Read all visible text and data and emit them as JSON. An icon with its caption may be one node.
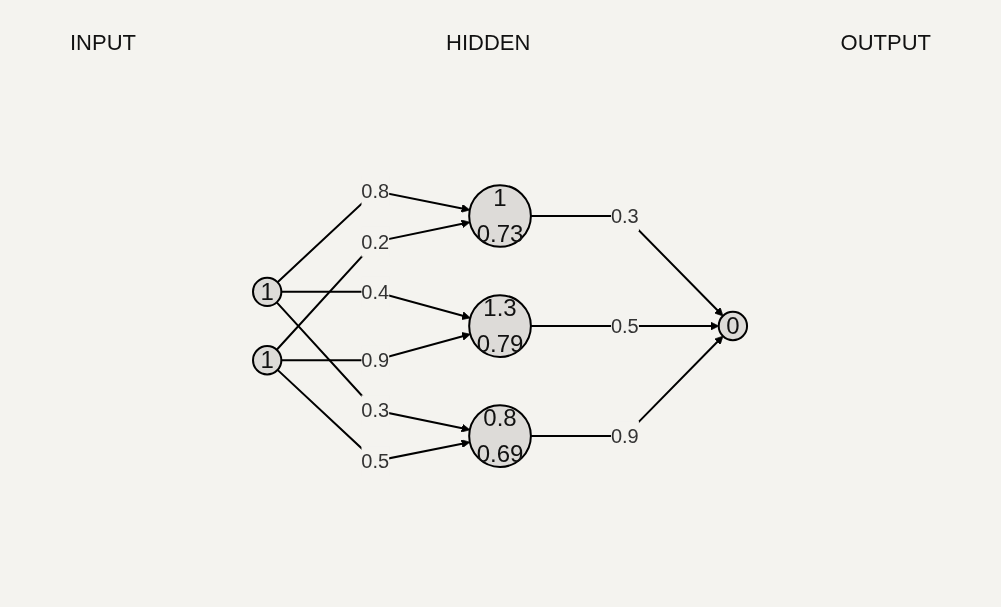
{
  "diagram": {
    "nodes": [
      {
        "text": [
          "1"
        ]
      },
      {
        "text": [
          "1"
        ]
      },
      {
        "text": [
          "1",
          "0.73"
        ]
      },
      {
        "text": [
          "1.3",
          "0.79"
        ]
      },
      {
        "text": [
          "0.8",
          "0.69"
        ]
      },
      {
        "text": [
          "0"
        ]
      }
    ],
    "edges": [
      {
        "from": 0,
        "to": 2,
        "arrow": "to",
        "label": "0.8"
      },
      {
        "from": 0,
        "to": 3,
        "arrow": "to",
        "label": "0.4"
      },
      {
        "from": 0,
        "to": 4,
        "arrow": "to",
        "label": "0.3"
      },
      {
        "from": 1,
        "to": 2,
        "arrow": "to",
        "label": "0.2"
      },
      {
        "from": 1,
        "to": 3,
        "arrow": "to",
        "label": "0.9"
      },
      {
        "from": 1,
        "to": 4,
        "arrow": "to",
        "label": "0.5"
      },
      {
        "from": 2,
        "to": 5,
        "arrow": "to",
        "label": "0.3"
      },
      {
        "from": 3,
        "to": 5,
        "arrow": "to",
        "label": "0.5"
      },
      {
        "from": 4,
        "to": 5,
        "arrow": "to",
        "label": "0.9"
      }
    ],
    "labels": [
      "INPUT",
      "HIDDEN",
      "OUTPUT"
    ]
  }
}
